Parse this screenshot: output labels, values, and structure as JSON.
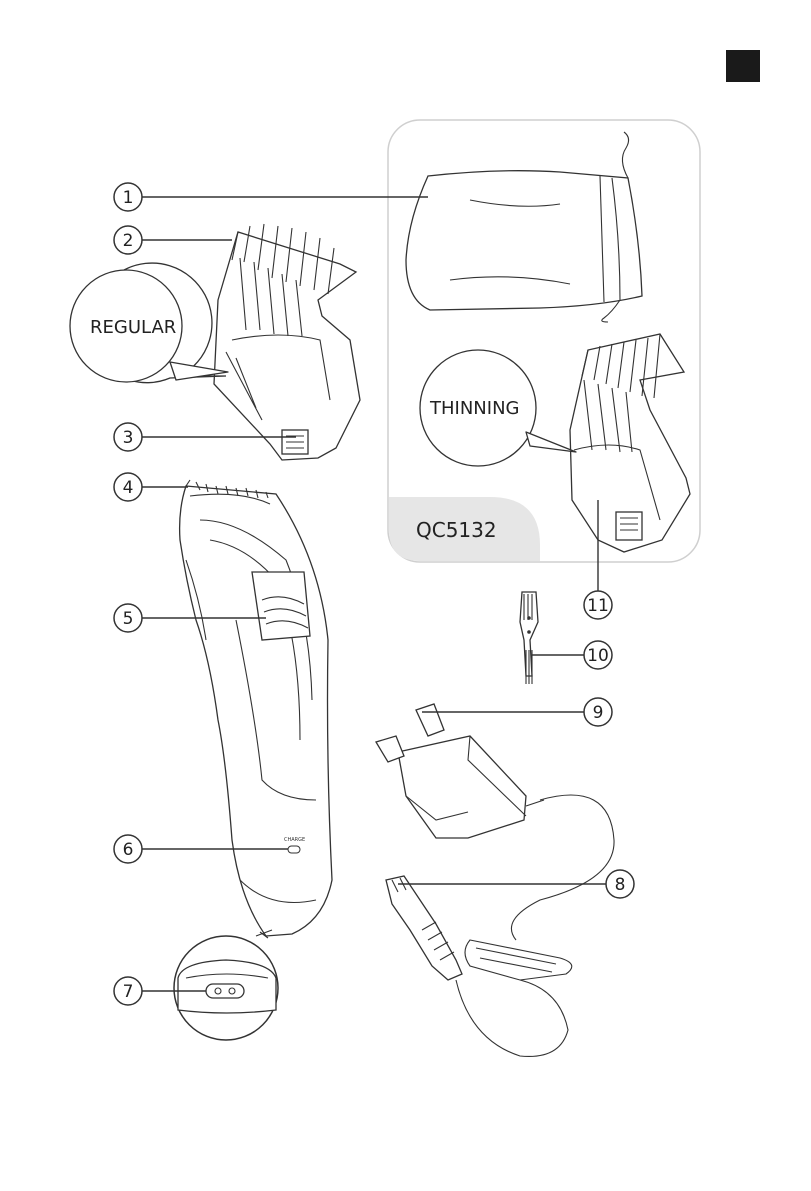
{
  "badge_color": "#1a1a1a",
  "panel_color": "#e6e6e6",
  "callouts": {
    "regular": "REGULAR",
    "thinning": "THINNING"
  },
  "model": "QC5132",
  "charge_label": "CHARGE",
  "parts": [
    {
      "num": "1",
      "icon": "pouch-icon"
    },
    {
      "num": "2",
      "icon": "comb-regular-icon"
    },
    {
      "num": "3",
      "icon": "comb-lock-icon"
    },
    {
      "num": "4",
      "icon": "cutting-blade-icon"
    },
    {
      "num": "5",
      "icon": "on-off-button-icon"
    },
    {
      "num": "6",
      "icon": "charging-light-icon"
    },
    {
      "num": "7",
      "icon": "appliance-socket-icon"
    },
    {
      "num": "8",
      "icon": "small-plug-icon"
    },
    {
      "num": "9",
      "icon": "adapter-icon"
    },
    {
      "num": "10",
      "icon": "cleaning-brush-icon"
    },
    {
      "num": "11",
      "icon": "comb-thinning-icon"
    }
  ]
}
